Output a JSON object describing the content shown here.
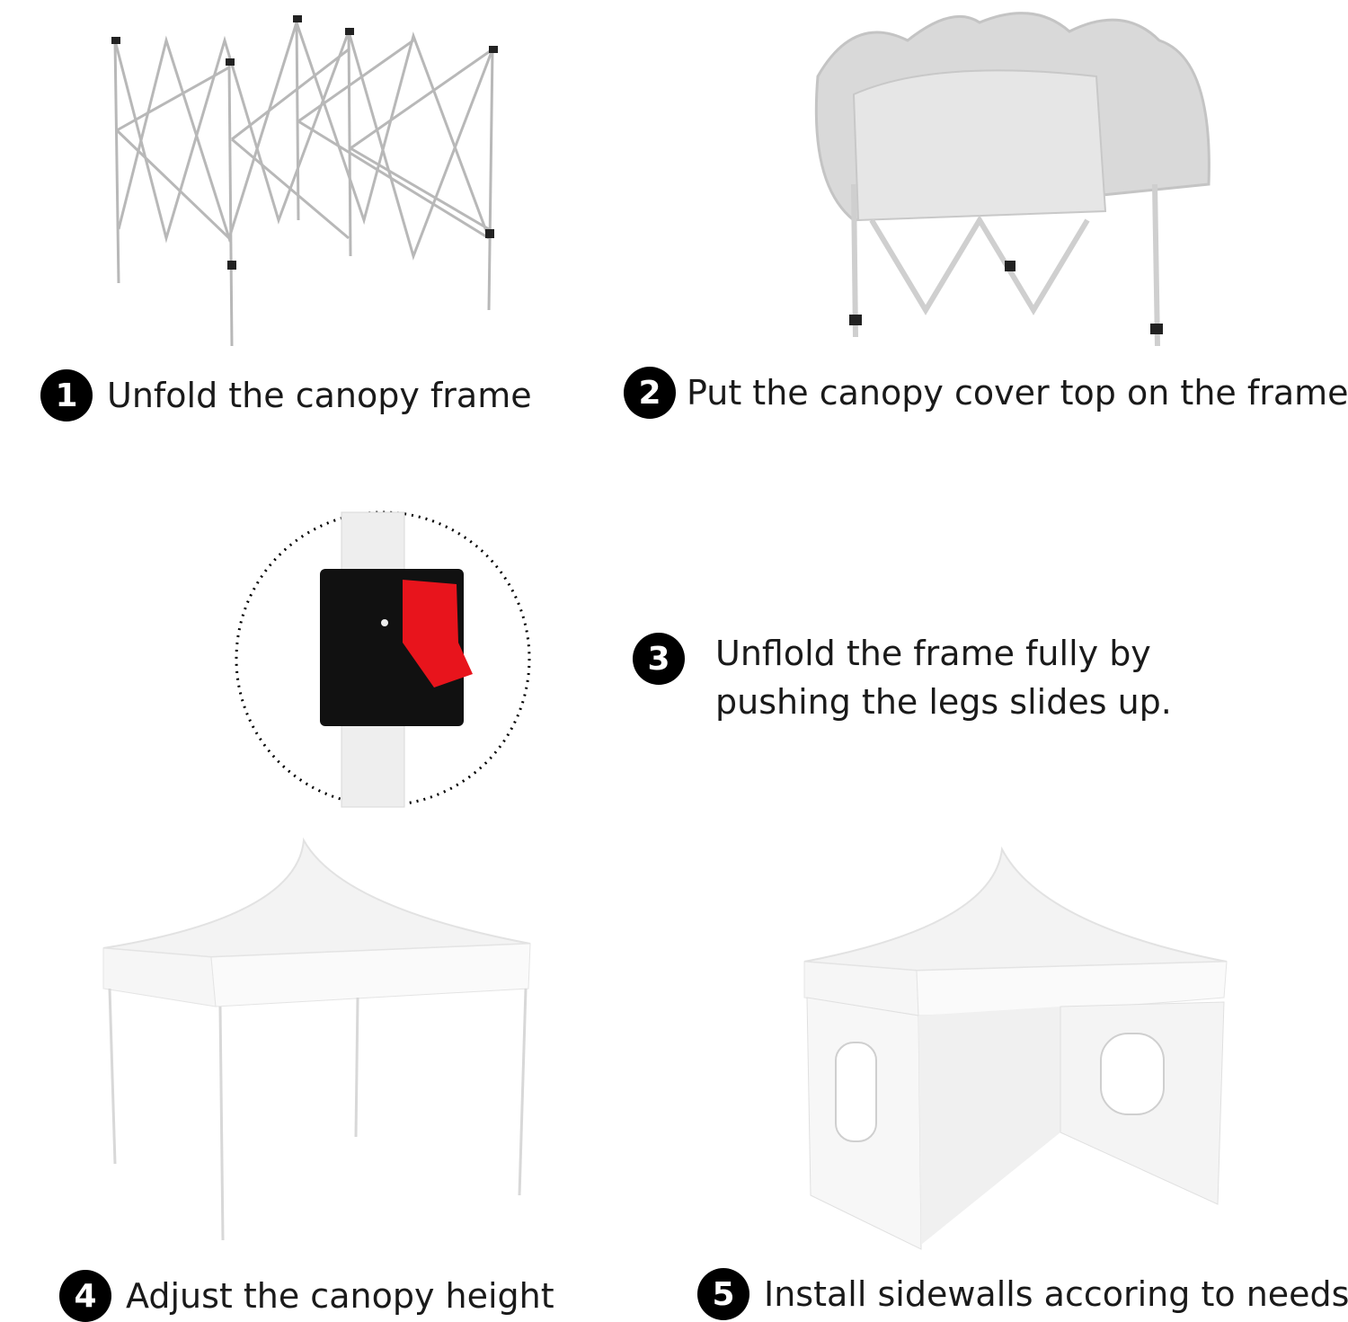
{
  "steps": [
    {
      "number": "1",
      "text": "Unfold the canopy frame"
    },
    {
      "number": "2",
      "text": "Put the canopy cover top on the frame"
    },
    {
      "number": "3",
      "line1": "Unflold the frame fully by",
      "line2": "pushing the legs slides up."
    },
    {
      "number": "4",
      "text": "Adjust the canopy height"
    },
    {
      "number": "5",
      "text": "Install sidewalls accoring to needs"
    }
  ],
  "colors": {
    "badge": "#000000",
    "latch": "#e8141c",
    "latch_housing": "#111111"
  }
}
